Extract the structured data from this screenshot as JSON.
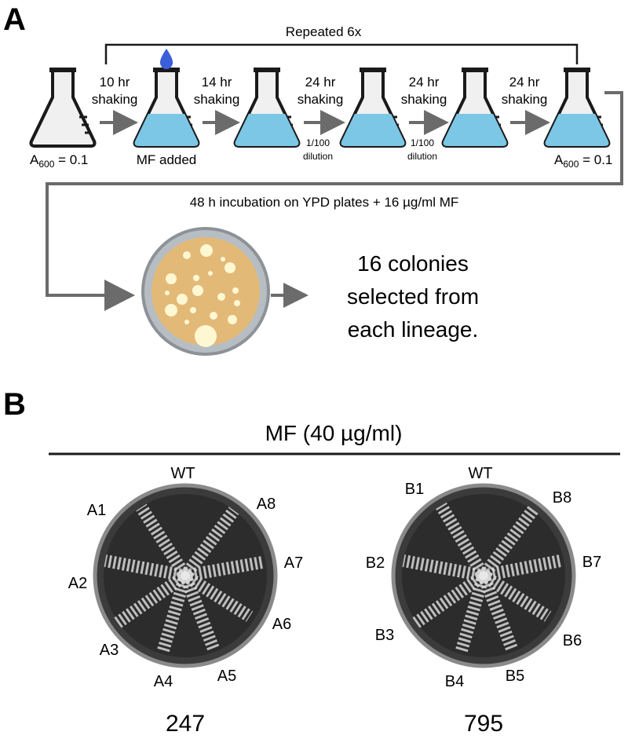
{
  "panel_a": {
    "letter": "A",
    "repeat_label": "Repeated 6x",
    "steps": [
      {
        "line1": "10 hr",
        "line2": "shaking"
      },
      {
        "line1": "14 hr",
        "line2": "shaking"
      },
      {
        "line1": "24 hr",
        "line2": "shaking"
      },
      {
        "line1": "24 hr",
        "line2": "shaking"
      },
      {
        "line1": "24 hr",
        "line2": "shaking"
      }
    ],
    "flask_start_label": {
      "a": "A",
      "sub": "600",
      "rest": " = 0.1"
    },
    "flask_end_label": {
      "a": "A",
      "sub": "600",
      "rest": " = 0.1"
    },
    "mf_added": "MF added",
    "dilution": [
      {
        "line1": "1/100",
        "line2": "dilution"
      },
      {
        "line1": "1/100",
        "line2": "dilution"
      }
    ],
    "incubation": "48 h incubation on YPD plates + 16 µg/ml MF",
    "result": [
      "16 colonies",
      "selected from",
      "each lineage."
    ]
  },
  "panel_b": {
    "letter": "B",
    "condition": "MF (40 µg/ml)",
    "plate_left": {
      "strain": "247",
      "labels": [
        "WT",
        "A1",
        "A2",
        "A3",
        "A4",
        "A5",
        "A6",
        "A7",
        "A8"
      ]
    },
    "plate_right": {
      "strain": "795",
      "labels": [
        "WT",
        "B1",
        "B2",
        "B3",
        "B4",
        "B5",
        "B6",
        "B7",
        "B8"
      ]
    }
  },
  "colors": {
    "liquid_light": "#c9e3f3",
    "liquid": "#7cc6e6",
    "arrow": "#6b6b6b",
    "drop": "#3a5fd9",
    "agar": "#e3b978",
    "colony": "#fdf8d2",
    "plate_rim": "#9fa3a6"
  }
}
